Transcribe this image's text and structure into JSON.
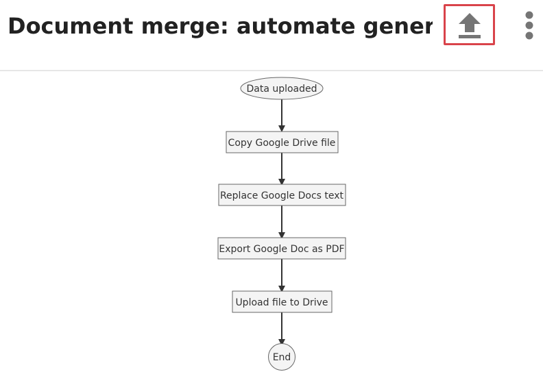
{
  "header": {
    "title": "Document merge: automate generati…",
    "upload_icon": "upload-icon",
    "more_icon": "more-vertical-icon",
    "accent_color": "#d9434a",
    "icon_color": "#757575"
  },
  "flowchart": {
    "nodes": [
      {
        "label": "Data uploaded",
        "shape": "ellipse"
      },
      {
        "label": "Copy Google Drive file",
        "shape": "rect"
      },
      {
        "label": "Replace Google Docs text",
        "shape": "rect"
      },
      {
        "label": "Export Google Doc as PDF",
        "shape": "rect"
      },
      {
        "label": "Upload file to Drive",
        "shape": "rect"
      },
      {
        "label": "End",
        "shape": "circle"
      }
    ]
  }
}
